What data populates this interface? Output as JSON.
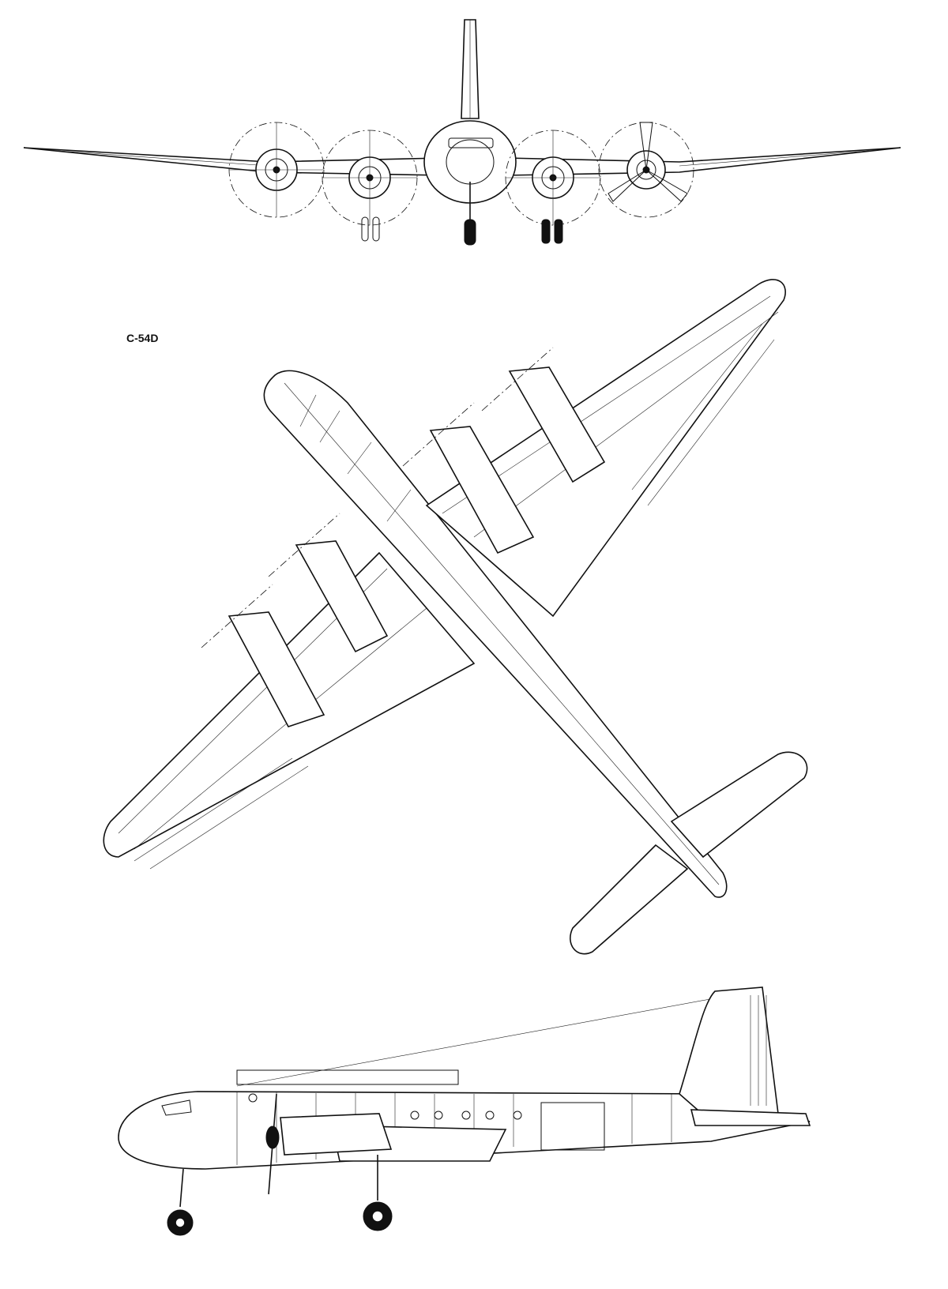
{
  "drawing": {
    "variant_label": "C-54D",
    "views": [
      "front-view",
      "plan-view",
      "side-view"
    ],
    "line_color": "#111111",
    "paper_color": "#ffffff"
  }
}
